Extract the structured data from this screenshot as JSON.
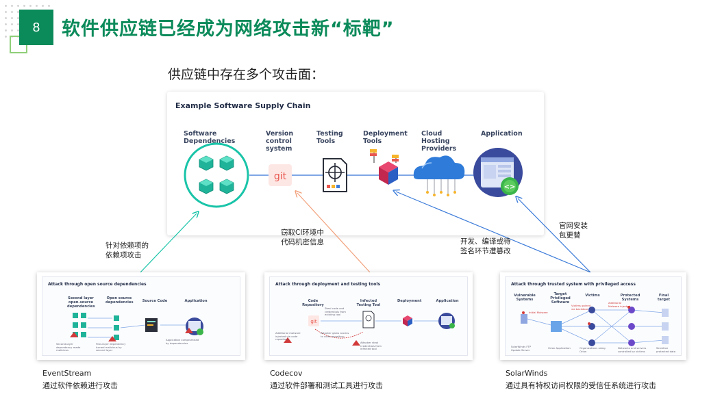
{
  "slide": {
    "number": "8",
    "title": "软件供应链已经成为网络攻击新“标靶”",
    "subtitle": "供应链中存在多个攻击面："
  },
  "diagram": {
    "title": "Example Software Supply Chain",
    "stages": [
      {
        "label": "Software Dependencies",
        "icon": "dependency-cubes-icon"
      },
      {
        "label": "Version control system",
        "icon": "git-icon",
        "icon_text": "git"
      },
      {
        "label": "Testing Tools",
        "icon": "testing-document-icon"
      },
      {
        "label": "Deployment Tools",
        "icon": "deployment-cube-icon"
      },
      {
        "label": "Cloud Hosting Providers",
        "icon": "cloud-icon"
      },
      {
        "label": "Application",
        "icon": "application-window-icon"
      }
    ]
  },
  "annotations": {
    "dependency_attack": [
      "针对依赖项的",
      "依赖项攻击"
    ],
    "ci_secrets": [
      "窃取CI环境中",
      "代码机密信息"
    ],
    "build_tamper": [
      "开发、编译或待",
      "签名环节遭篡改"
    ],
    "installer_replaced": [
      "官网安装",
      "包更替"
    ]
  },
  "cases": [
    {
      "id": "eventstream",
      "screenshot_title": "Attack through open source dependencies",
      "labels": [
        "Second layer open-source dependencies",
        "Open source dependencies",
        "Source Code",
        "Application"
      ],
      "notes": [
        "Second-layer dependency made malicious",
        "First-layer dependency turned malicious by second layer",
        "Application compromised by dependencies"
      ],
      "name": "EventStream",
      "description": "通过软件依赖进行攻击"
    },
    {
      "id": "codecov",
      "screenshot_title": "Attack through deployment and testing tools",
      "labels": [
        "Code Repository",
        "Infected Testing Tool",
        "Deployment",
        "Application"
      ],
      "notes": [
        "Steal code and credentials from existing tool",
        "Attacker gains access to code repository",
        "Additional malware injected via code repository",
        "Attacker steal credentials from infected tool"
      ],
      "name": "Codecov",
      "description": "通过软件部署和测试工具进行攻击"
    },
    {
      "id": "solarwinds",
      "screenshot_title": "Attack through trusted system with privileged access",
      "labels": [
        "Vulnerable Systems",
        "Target Privileged Software",
        "Victims",
        "Protected Systems",
        "Final target"
      ],
      "notes": [
        "Initial Malware",
        "Victims gained via backdoor",
        "Additional Malware injected",
        "SolarWinds FTP Update Server",
        "Orion Application",
        "Organizations using Orion",
        "Networks and servers controlled by victims",
        "Sensitive protected data"
      ],
      "name": "SolarWinds",
      "description": "通过具有特权访问权限的受信任系统进行攻击"
    }
  ],
  "colors": {
    "brand_green": "#0b8a5a",
    "teal": "#19c4a8",
    "blue_line": "#3d7cd9",
    "peach": "#f2a27d",
    "git_red": "#e8584f"
  }
}
